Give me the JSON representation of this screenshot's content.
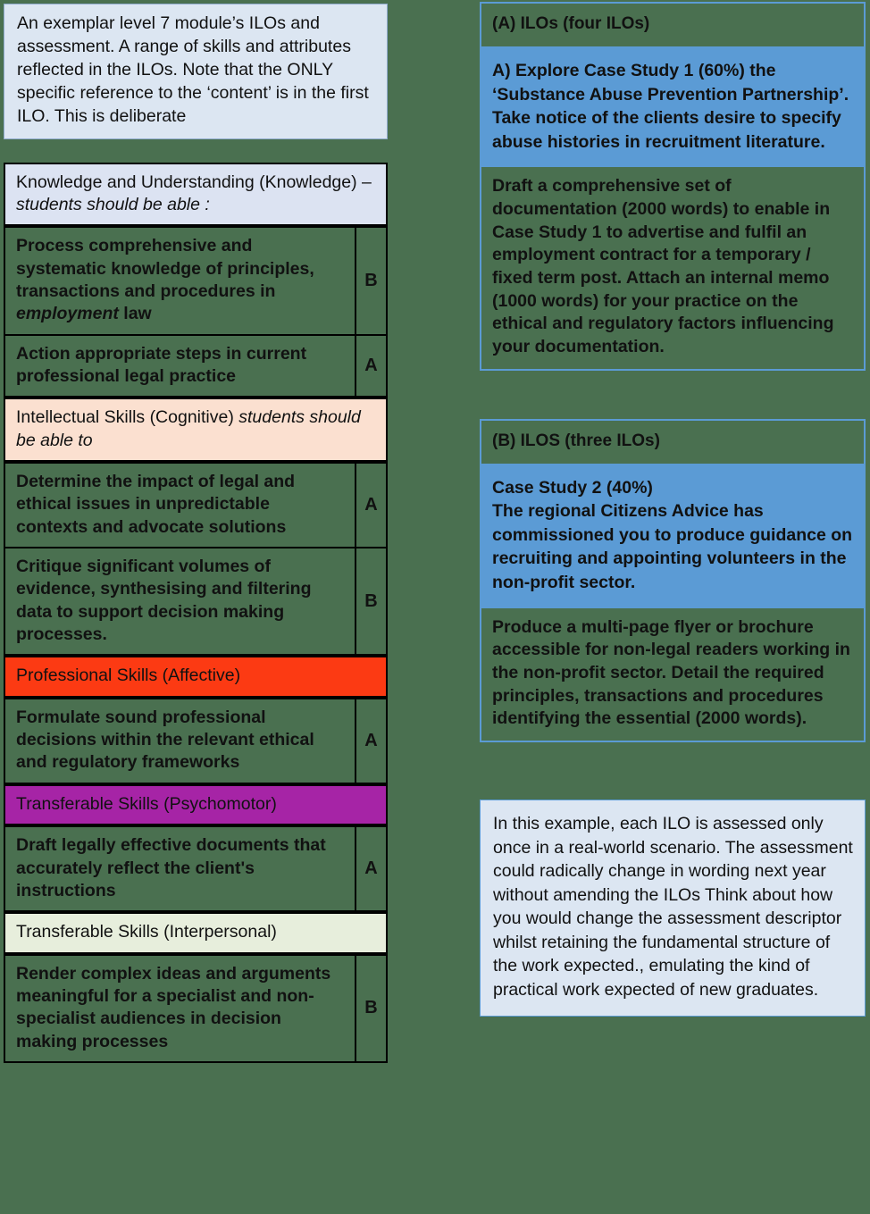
{
  "colors": {
    "page_background": "#4a7050",
    "note_blue": "#dce6f2",
    "knowledge_header": "#dce3f2",
    "cognitive_header": "#fbe0d0",
    "affective_header": "#fc3a13",
    "psychomotor_header": "#a624a6",
    "interpersonal_header": "#e7eedc",
    "accent_blue": "#5b9bd5"
  },
  "left": {
    "note": "An exemplar level 7 module’s ILOs and assessment. A range of skills and attributes reflected in the ILOs. Note that the ONLY specific reference to the ‘content’ is in the first ILO. This is deliberate",
    "categories": [
      {
        "style": "knowledge",
        "header_plain": "Knowledge and Understanding (Knowledge) – ",
        "header_italic": "students should be able :",
        "ilos": [
          {
            "lead": "Process",
            "rest_before_italic": " comprehensive and systematic knowledge of principles, transactions and procedures in ",
            "italic": "employment",
            "rest_after_italic": " law",
            "mark": "B"
          },
          {
            "lead": "Action",
            "rest_before_italic": " appropriate steps in current professional legal practice",
            "italic": "",
            "rest_after_italic": "",
            "mark": "A"
          }
        ]
      },
      {
        "style": "cognitive",
        "header_plain": "Intellectual Skills (Cognitive) ",
        "header_italic": "students should be able to",
        "ilos": [
          {
            "lead": "Determine",
            "rest_before_italic": " the impact of legal and ethical issues in unpredictable contexts and advocate solutions",
            "italic": "",
            "rest_after_italic": "",
            "mark": "A"
          },
          {
            "lead": "Critique",
            "rest_before_italic": " significant volumes of evidence, synthesising and filtering data to support decision making processes.",
            "italic": "",
            "rest_after_italic": "",
            "mark": "B"
          }
        ]
      },
      {
        "style": "affective",
        "header_plain": "Professional Skills (Affective)",
        "header_italic": "",
        "ilos": [
          {
            "lead": "Formulate",
            "rest_before_italic": " sound professional decisions within the relevant ethical and regulatory frameworks",
            "italic": "",
            "rest_after_italic": "",
            "mark": "A"
          }
        ]
      },
      {
        "style": "psychomotor",
        "header_plain": "Transferable Skills (Psychomotor)",
        "header_italic": "",
        "ilos": [
          {
            "lead": "Draft",
            "rest_before_italic": " legally effective documents that accurately reflect the client's instructions",
            "italic": "",
            "rest_after_italic": "",
            "mark": "A"
          }
        ]
      },
      {
        "style": "interpersonal",
        "header_plain": "Transferable Skills (Interpersonal)",
        "header_italic": "",
        "ilos": [
          {
            "lead": "Render",
            "rest_before_italic": " complex ideas and arguments meaningful for a specialist and non-specialist audiences in decision making processes",
            "italic": "",
            "rest_after_italic": "",
            "mark": "B"
          }
        ]
      }
    ]
  },
  "right": {
    "section_a": {
      "title": "(A) ILOs (four ILOs)",
      "brief": "A) Explore Case Study 1 (60%) the ‘Substance Abuse  Prevention Partnership’. Take notice of the clients desire to specify abuse histories in recruitment literature.",
      "task": "Draft a comprehensive set of documentation (2000 words) to enable in Case Study 1 to advertise and fulfil an employment contract for a temporary / fixed term post. Attach an internal memo (1000 words) for your practice on the ethical and regulatory factors influencing your documentation."
    },
    "section_b": {
      "title": "(B) ILOS (three ILOs)",
      "brief": "Case Study 2 (40%)\nThe regional Citizens Advice has commissioned  you to produce guidance  on recruiting and appointing volunteers in the non-profit  sector.",
      "task": "Produce a multi-page flyer or brochure accessible for non-legal readers working in the non-profit sector. Detail the required principles, transactions and procedures identifying the essential (2000 words)."
    },
    "footer_note": "In this example, each ILO is assessed only once in a real-world scenario. The assessment could radically change in wording next year without amending the ILOs Think about how you would change the assessment descriptor whilst retaining the fundamental structure of the work expected., emulating the kind of practical work expected of new graduates."
  }
}
